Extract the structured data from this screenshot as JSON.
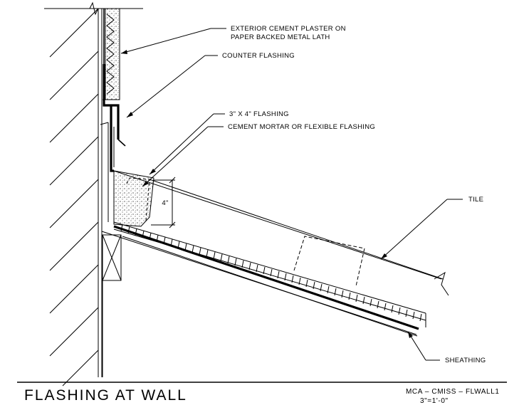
{
  "drawing": {
    "title": "FLASHING AT WALL",
    "reference": "MCA – CMISS – FLWALL1",
    "scale": "3\"=1'-0\""
  },
  "callouts": {
    "plaster_line1": "EXTERIOR CEMENT PLASTER ON",
    "plaster_line2": "PAPER BACKED METAL LATH",
    "counter_flashing": "COUNTER FLASHING",
    "flashing_3x4": "3\" X 4\" FLASHING",
    "mortar": "CEMENT MORTAR OR FLEXIBLE FLASHING",
    "tile": "TILE",
    "sheathing": "SHEATHING"
  },
  "dimensions": {
    "flashing_height": "4\""
  }
}
